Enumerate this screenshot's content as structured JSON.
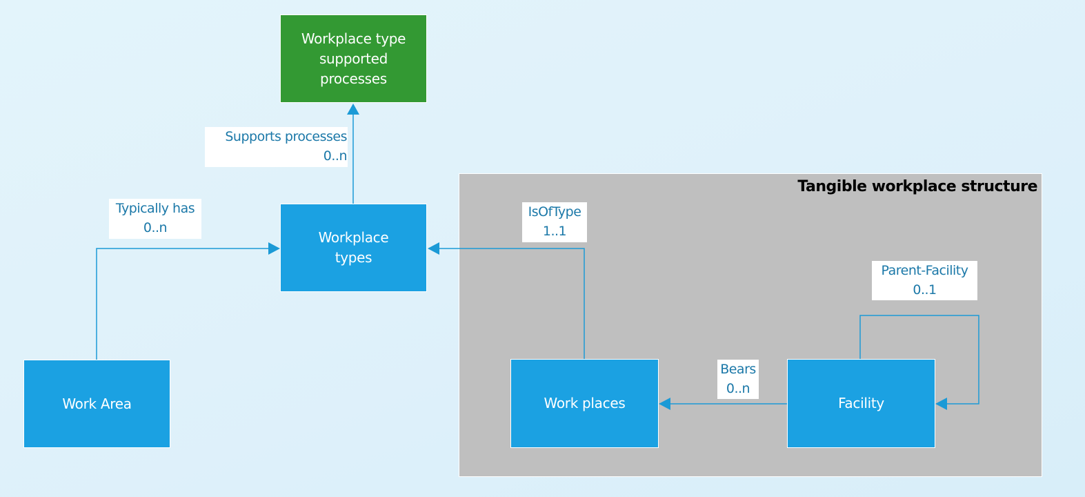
{
  "diagram": {
    "group": {
      "title": "Tangible workplace structure",
      "fill": "#bfbfbf"
    },
    "nodes": {
      "supported_processes": {
        "label": "Workplace type\nsupported\nprocesses",
        "fill": "#339933"
      },
      "workplace_types": {
        "label": "Workplace\ntypes",
        "fill": "#1ba1e2"
      },
      "work_area": {
        "label": "Work Area",
        "fill": "#1ba1e2"
      },
      "work_places": {
        "label": "Work places",
        "fill": "#1ba1e2"
      },
      "facility": {
        "label": "Facility",
        "fill": "#1ba1e2"
      }
    },
    "relations": {
      "supports_processes": {
        "name": "Supports processes",
        "cardinality": "0..n",
        "text": "Supports processes\n0..n",
        "from": "Workplace types",
        "to": "Workplace type supported processes"
      },
      "typically_has": {
        "name": "Typically has",
        "cardinality": "0..n",
        "text": "Typically has\n0..n",
        "from": "Work Area",
        "to": "Workplace types"
      },
      "is_of_type": {
        "name": "IsOfType",
        "cardinality": "1..1",
        "text": "IsOfType\n1..1",
        "from": "Work places",
        "to": "Workplace types"
      },
      "bears": {
        "name": "Bears",
        "cardinality": "0..n",
        "text": "Bears\n0..n",
        "from": "Facility",
        "to": "Work places"
      },
      "parent_facility": {
        "name": "Parent-Facility",
        "cardinality": "0..1",
        "text": "Parent-Facility\n0..1",
        "from": "Facility",
        "to": "Facility"
      }
    },
    "colors": {
      "connector": "#1b9ad6",
      "label_text": "#1b78a8"
    }
  }
}
